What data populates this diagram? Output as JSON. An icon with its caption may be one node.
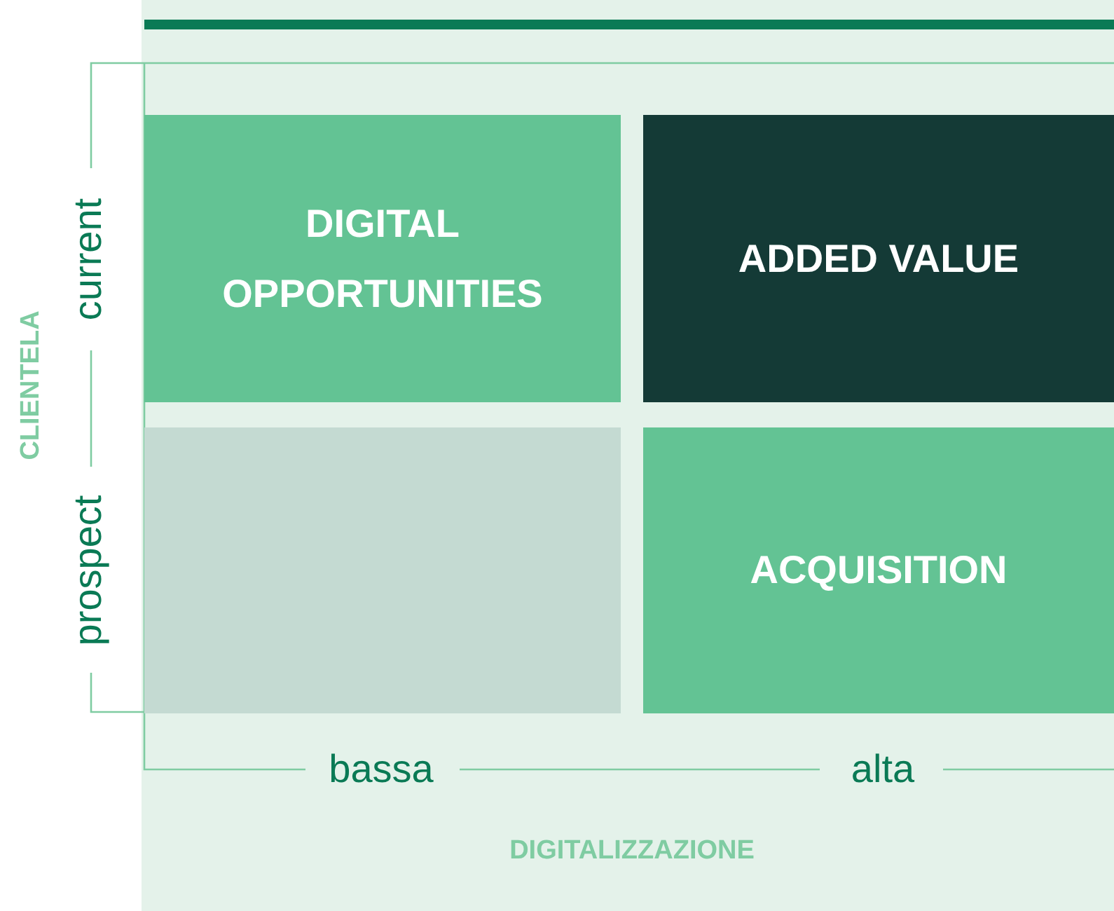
{
  "diagram": {
    "nodes": [
      {
        "text": [
          "DIGITAL OPPORTUNITIES"
        ]
      },
      {
        "text": [
          "ADDED VALUE"
        ]
      },
      {
        "text": [],
        "shape": "box"
      },
      {
        "text": [
          "ACQUISITION"
        ]
      }
    ],
    "labels": [
      "CLIENTELA",
      "current",
      "prospect",
      "bassa",
      "alta",
      "DIGITALIZZAZIONE"
    ]
  }
}
